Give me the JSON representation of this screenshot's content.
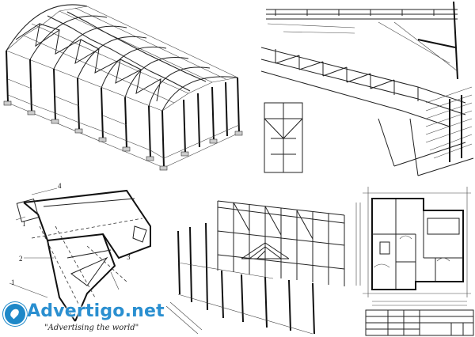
{
  "watermark": {
    "name": "Advertigo.net",
    "tagline": "\"Advertising  the world\""
  },
  "callouts": {
    "c1": "1",
    "c2": "2",
    "c3": "3",
    "c4": "4"
  },
  "colors": {
    "ink": "#222222",
    "brand": "#2a8fd0",
    "paper": "#ffffff"
  },
  "icons": {
    "watermark_logo": "location-pin-icon"
  }
}
